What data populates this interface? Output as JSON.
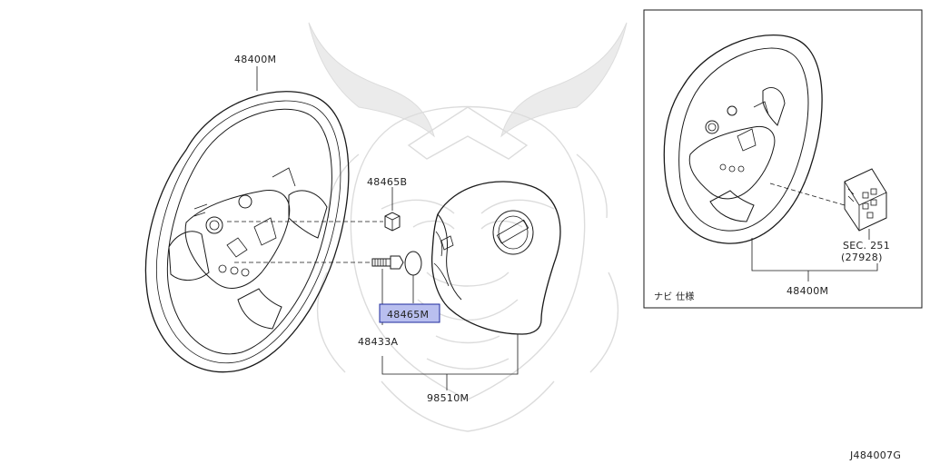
{
  "diagram_id": "J484007G",
  "callouts": {
    "wheel_main": "48400M",
    "nut": "48465B",
    "highlighted_part": "48465M",
    "bolt": "48433A",
    "airbag": "98510M",
    "inset_wheel": "48400M",
    "inset_section_line1": "SEC. 251",
    "inset_section_line2": "(27928)",
    "inset_note": "ナビ 仕様"
  },
  "colors": {
    "line": "#1a1a1a",
    "highlight_fill": "#b9bfef",
    "highlight_border": "#1d2a9c",
    "watermark": "#dcdcdc"
  }
}
